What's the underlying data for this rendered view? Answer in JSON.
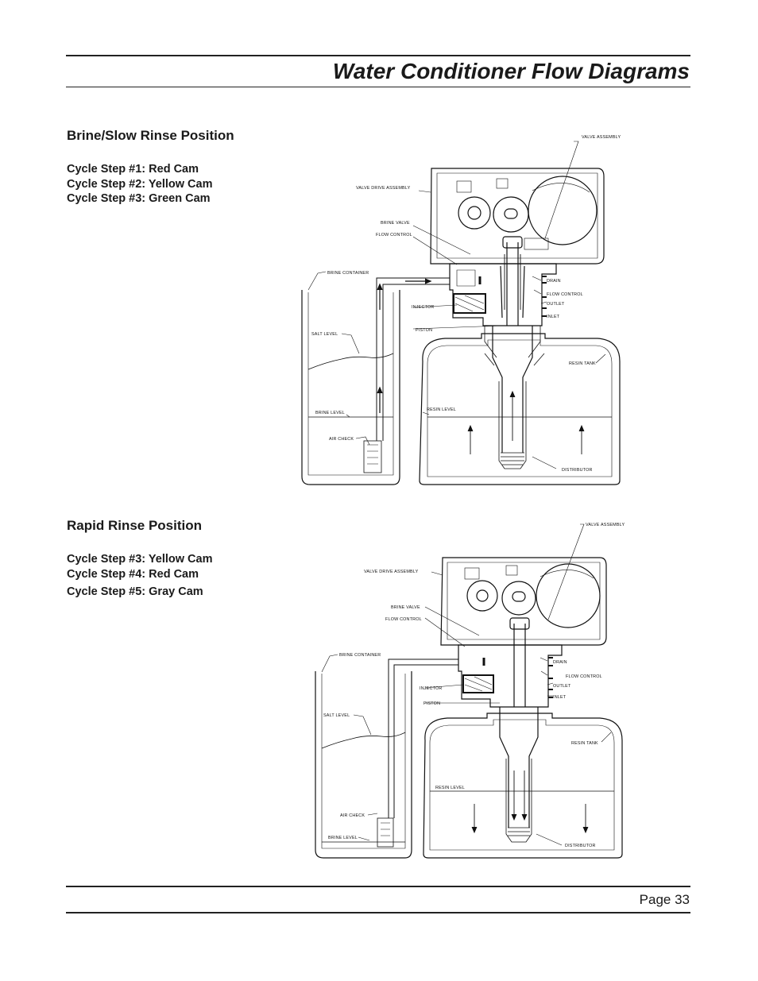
{
  "header": {
    "title": "Water Conditioner Flow Diagrams"
  },
  "sections": [
    {
      "title": "Brine/Slow Rinse Position",
      "steps": [
        "Cycle Step #1: Red Cam",
        "Cycle Step #2: Yellow Cam",
        "Cycle Step #3: Green Cam"
      ],
      "labels": {
        "valve_assembly": "VALVE ASSEMBLY",
        "valve_drive_assembly": "VALVE DRIVE ASSEMBLY",
        "brine_valve": "BRINE VALVE",
        "flow_control_left": "FLOW CONTROL",
        "brine_container": "BRINE CONTAINER",
        "drain": "DRAIN",
        "flow_control_right": "FLOW CONTROL",
        "outlet": "OUTLET",
        "inlet": "INLET",
        "injector": "INJECTOR",
        "piston": "PISTON",
        "salt_level": "SALT LEVEL",
        "resin_tank": "RESIN TANK",
        "resin_level": "RESIN LEVEL",
        "brine_level": "BRINE LEVEL",
        "air_check": "AIR CHECK",
        "distributor": "DISTRIBUTOR"
      }
    },
    {
      "title": "Rapid Rinse Position",
      "steps": [
        "Cycle Step #3: Yellow Cam",
        "Cycle Step #4: Red Cam",
        "Cycle Step #5: Gray Cam"
      ],
      "labels": {
        "valve_assembly": "VALVE ASSEMBLY",
        "valve_drive_assembly": "VALVE DRIVE ASSEMBLY",
        "brine_valve": "BRINE VALVE",
        "flow_control_left": "FLOW CONTROL",
        "brine_container": "BRINE CONTAINER",
        "drain": "DRAIN",
        "flow_control_right": "FLOW CONTROL",
        "outlet": "OUTLET",
        "inlet": "INLET",
        "injector": "INJECTOR",
        "piston": "PISTON",
        "salt_level": "SALT LEVEL",
        "resin_tank": "RESIN TANK",
        "resin_level": "RESIN LEVEL",
        "air_check": "AIR CHECK",
        "brine_level": "BRINE LEVEL",
        "distributor": "DISTRIBUTOR"
      }
    }
  ],
  "footer": {
    "page": "Page 33"
  }
}
